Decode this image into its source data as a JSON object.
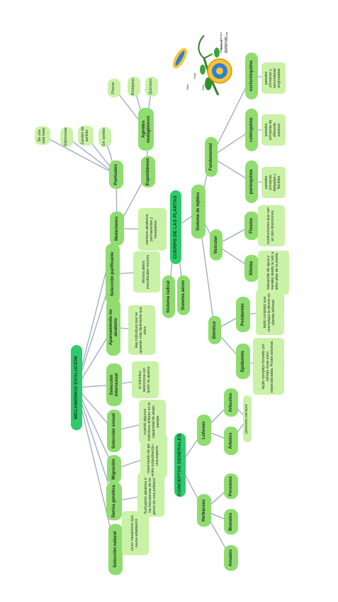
{
  "mecanismos": {
    "title": "MECANISMOS EVOLUCIÓN",
    "items": [
      {
        "label": "Selección natural",
        "desc": "único mecanismo que causa adaptación"
      },
      {
        "label": "Deriva genética",
        "desc": "fluctuación aleatoria de las frecuencias de los genes en una población."
      },
      {
        "label": "Migración",
        "desc": "movimiento de genes entre subpoblación es de una especie"
      },
      {
        "label": "Selección sexual",
        "desc": "cuando algunos individuos difieren en la capacidad de atraer parejas"
      },
      {
        "label": "Selección intersexual",
        "desc": "el individuo selecciona con quien se aparea"
      },
      {
        "label": "Apareamiento no aleatorio",
        "desc": "Hay individuos que se aparean más fácilmente que otros."
      },
      {
        "label": "Selección purificante",
        "desc": "elimina alelos perjudiciales nocivos"
      }
    ]
  },
  "mutaciones": {
    "label": "Mutaciones",
    "desc": "cambios aleatorios permanentes y heredables",
    "puntuales": {
      "label": "Puntuales",
      "items": [
        "De una sola base",
        "Silenciosas",
        "Cambio de sentido",
        "Sin sentido"
      ]
    },
    "espontaneas": {
      "label": "Espontáneas"
    },
    "agentes": {
      "label": "Agentes mutagénicos",
      "items": [
        "Físicos",
        "Biológicos",
        "Químicos"
      ]
    }
  },
  "cuerpo": {
    "title": "CUERPO DE LAS PLANTAS",
    "radical": "Sistema radical",
    "aereo": "Sistema aéreo",
    "tejidos": {
      "label": "Sistema de tejidos",
      "fundamental": {
        "label": "Fundamental",
        "items": [
          {
            "label": "parénquima",
            "desc": "paredes primarias delgadas y flexibles"
          },
          {
            "label": "colénquima",
            "desc": "paredes primarias de diferente espesor"
          },
          {
            "label": "esclerénquima",
            "desc": "paredes primarias y secundarias engrosadas"
          }
        ]
      },
      "vascular": {
        "label": "Vascular",
        "items": [
          {
            "label": "Floema",
            "desc": "conducciones que van en dos direcciones"
          },
          {
            "label": "Xilema",
            "desc": "transporte de agua y minerales desde la raíz a partes altas de la planta"
          }
        ]
      },
      "dermico": {
        "label": "Dérmico",
        "items": [
          {
            "label": "Peridermis",
            "desc": "tejido complejo que reemplaza la dermis en plantas leñosas"
          },
          {
            "label": "Epidermis",
            "desc": "tejido complejo formado por células vivas poco especializadas. Posee estomas."
          }
        ]
      }
    }
  },
  "conceptos": {
    "title": "CONCEPTOS GENERALES",
    "lenosas": {
      "label": "Leñosas",
      "items": [
        "Arbustos",
        "Árboles"
      ],
      "desc": "perennes siempre"
    },
    "herbaceas": {
      "label": "Herbáceas",
      "items": [
        "Perennes",
        "Bienales",
        "Anuales"
      ]
    }
  },
  "illustration": {
    "labels": [
      "Sistema dérmico",
      "Sistema fundamental",
      "Sistema vascular",
      "Hoja",
      "Raíz",
      "Tallo"
    ]
  },
  "colors": {
    "node": "#8fdc6f",
    "main": "#2ecb6c",
    "leaf": "#c9f2a6",
    "line": "#9aa9bd"
  }
}
